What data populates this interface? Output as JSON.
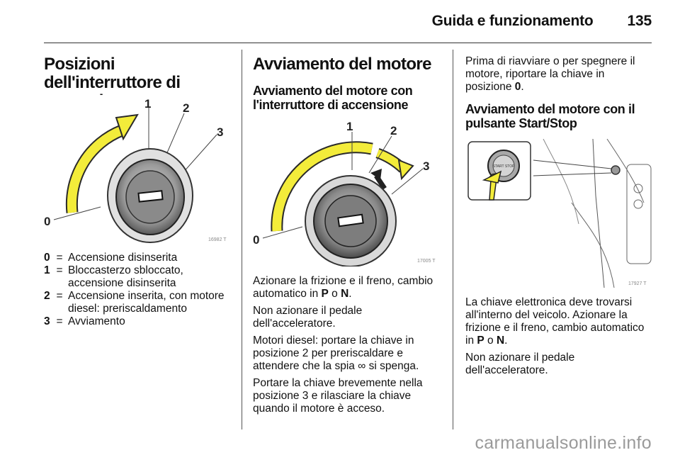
{
  "header": {
    "title": "Guida e funzionamento",
    "page_number": "135"
  },
  "col1": {
    "heading": "Posizioni dell'interruttore di accensione",
    "figure": {
      "code": "16982 T",
      "labels": [
        "0",
        "1",
        "2",
        "3"
      ]
    },
    "legend": [
      {
        "key": "0",
        "text": "Accensione disinserita"
      },
      {
        "key": "1",
        "text": "Bloccasterzo sbloccato, accensione disinserita"
      },
      {
        "key": "2",
        "text": "Accensione inserita, con motore diesel: preriscaldamento"
      },
      {
        "key": "3",
        "text": "Avviamento"
      }
    ]
  },
  "col2": {
    "heading": "Avviamento del motore",
    "subheading": "Avviamento del motore con l'interruttore di accensione",
    "figure": {
      "code": "17005 T",
      "labels": [
        "0",
        "1",
        "2",
        "3"
      ]
    },
    "p1_pre": "Azionare la frizione e il freno, cambio automatico in ",
    "p1_bold1": "P",
    "p1_mid": " o ",
    "p1_bold2": "N",
    "p1_post": ".",
    "p2": "Non azionare il pedale dell'acceleratore.",
    "p3_pre": "Motori diesel: portare la chiave in posizione 2 per preriscaldare e attendere che la spia ",
    "p3_symbol": "∞",
    "p3_post": " si spenga.",
    "p4": "Portare la chiave brevemente nella posizione 3 e rilasciare la chiave quando il motore è acceso."
  },
  "col3": {
    "p0_pre": "Prima di riavviare o per spegnere il motore, riportare la chiave in posizione ",
    "p0_bold": "0",
    "p0_post": ".",
    "subheading": "Avviamento del motore con il pulsante Start/Stop",
    "figure": {
      "code": "17927 T",
      "button_text": "START STOP"
    },
    "p1_pre": "La chiave elettronica deve trovarsi all'interno del veicolo. Azionare la frizione e il freno, cambio automatico in ",
    "p1_bold1": "P",
    "p1_mid": " o ",
    "p1_bold2": "N",
    "p1_post": ".",
    "p2": "Non azionare il pedale dell'acceleratore."
  },
  "footer": {
    "watermark": "carmanualsonline.info"
  },
  "colors": {
    "arrow_yellow": "#f3ec3a",
    "text": "#111111",
    "watermark": "#9a9a9a"
  }
}
